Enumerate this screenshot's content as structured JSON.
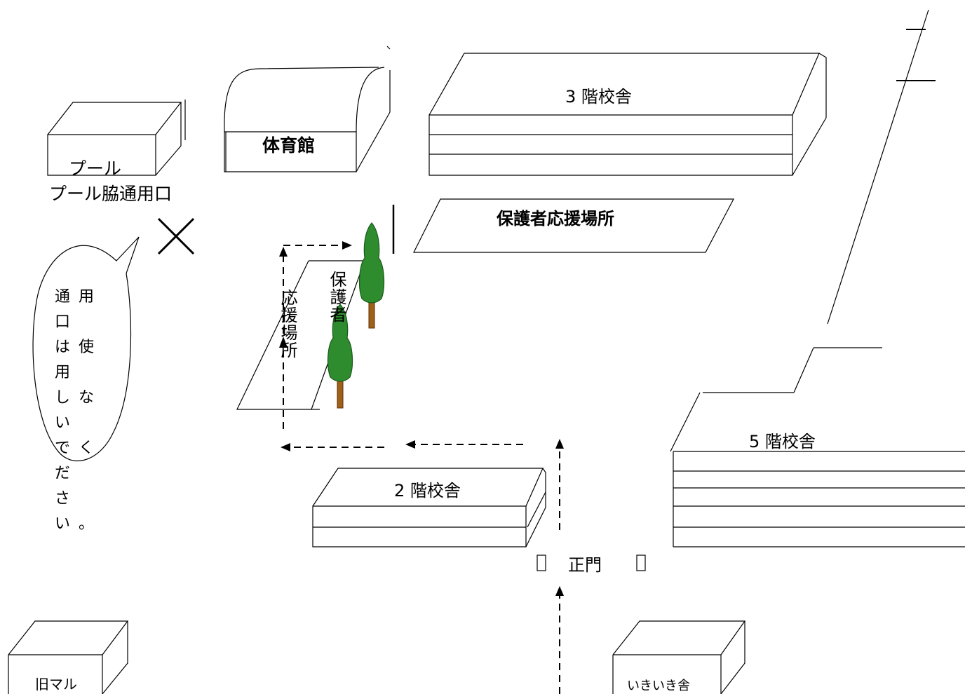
{
  "buildings": {
    "pool": "プール",
    "pool_gate": "プール脇通用口",
    "gym": "体育館",
    "school_3f": "3 階校舎",
    "parent_area": "保護者応援場所",
    "parent_area_vertical_a": "応援場所",
    "parent_area_vertical_b": "保護者",
    "school_2f": "2 階校舎",
    "school_5f": "5 階校舎",
    "main_gate": "正門",
    "old_maru": "旧マル",
    "ikiiki": "いきいき舎"
  },
  "notice": {
    "lines": [
      "通用口",
      "は使用",
      "しない",
      "でくだ",
      "さい。"
    ]
  },
  "colors": {
    "tree_foliage": "#2e8b2e",
    "tree_trunk": "#a0601a",
    "line": "#000000"
  }
}
